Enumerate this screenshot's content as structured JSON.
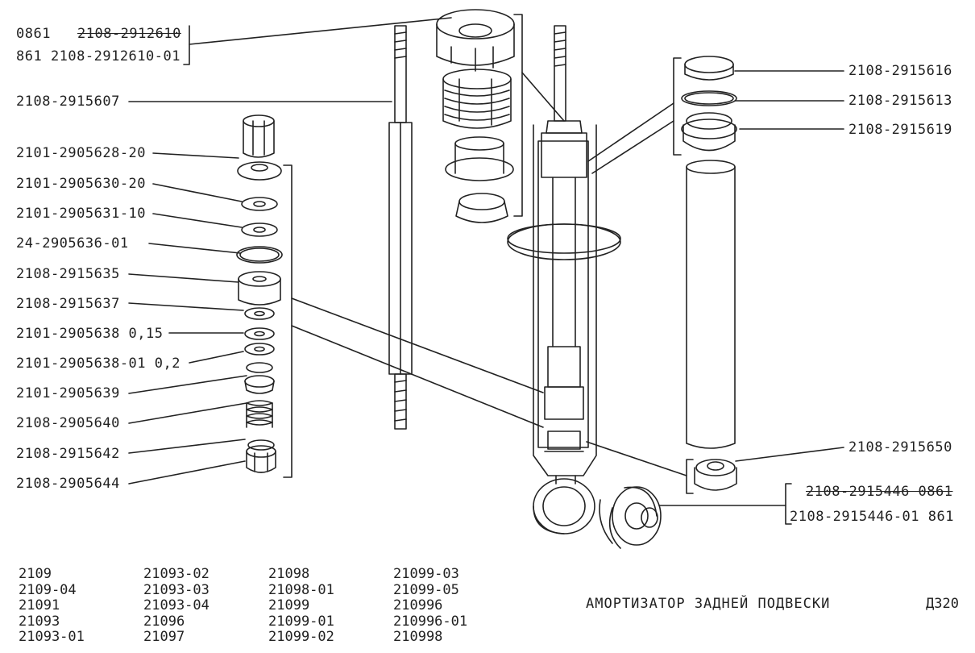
{
  "callouts_left": [
    {
      "text": "0861",
      "strike": false
    },
    {
      "text": "2108-2912610",
      "strike": true
    },
    {
      "text": "861 2108-2912610-01",
      "strike": false
    },
    {
      "text": "2108-2915607",
      "strike": false
    },
    {
      "text": "2101-2905628-20",
      "strike": false
    },
    {
      "text": "2101-2905630-20",
      "strike": false
    },
    {
      "text": "2101-2905631-10",
      "strike": false
    },
    {
      "text": "24-2905636-01",
      "strike": false
    },
    {
      "text": "2108-2915635",
      "strike": false
    },
    {
      "text": "2108-2915637",
      "strike": false
    },
    {
      "text": "2101-2905638 0,15",
      "strike": false
    },
    {
      "text": "2101-2905638-01 0,2",
      "strike": false
    },
    {
      "text": "2101-2905639",
      "strike": false
    },
    {
      "text": "2108-2905640",
      "strike": false
    },
    {
      "text": "2108-2915642",
      "strike": false
    },
    {
      "text": "2108-2905644",
      "strike": false
    }
  ],
  "callouts_right": [
    {
      "text": "2108-2915616",
      "strike": false
    },
    {
      "text": "2108-2915613",
      "strike": false
    },
    {
      "text": "2108-2915619",
      "strike": false
    },
    {
      "text": "2108-2915650",
      "strike": false
    },
    {
      "text": "2108-2915446 0861",
      "strike": true
    },
    {
      "text": "2108-2915446-01 861",
      "strike": false
    }
  ],
  "models": [
    [
      "2109",
      "2109-04",
      "21091",
      "21093",
      "21093-01"
    ],
    [
      "21093-02",
      "21093-03",
      "21093-04",
      "21096",
      "21097"
    ],
    [
      "21098",
      "21098-01",
      "21099",
      "21099-01",
      "21099-02"
    ],
    [
      "21099-03",
      "21099-05",
      "210996",
      "210996-01",
      "210998"
    ]
  ],
  "title": "АМОРТИЗАТОР ЗАДНЕЙ ПОДВЕСКИ",
  "page_number": "Д320"
}
